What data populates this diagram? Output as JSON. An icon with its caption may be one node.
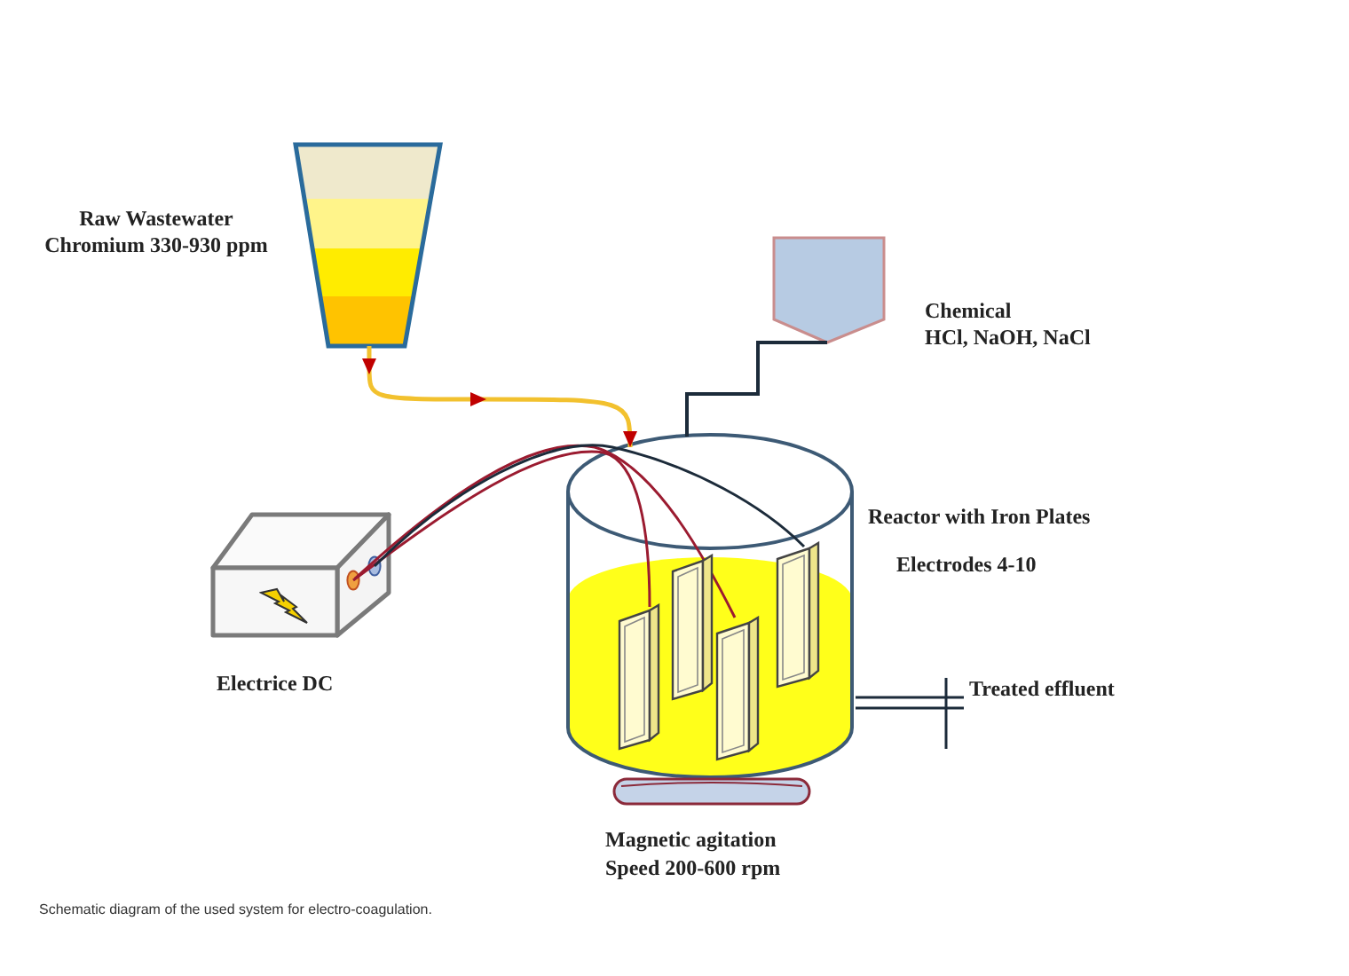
{
  "diagram": {
    "caption": "Schematic diagram of the used system for electro-coagulation.",
    "nodes": [
      {
        "text": [],
        "shape": "trapezoid",
        "beside": [
          "Raw Wastewater",
          "Chromium 330-930 ppm"
        ]
      },
      {
        "text": [],
        "shape": "hopper",
        "beside": [
          "Chemical",
          "HCl, NaOH, NaCl"
        ]
      },
      {
        "text": [],
        "shape": "cylinder",
        "beside": [
          "Reactor with Iron Plates",
          "Electrodes 4-10"
        ]
      },
      {
        "text": [],
        "shape": "plate",
        "in": 2
      },
      {
        "text": [],
        "shape": "plate",
        "in": 2
      },
      {
        "text": [],
        "shape": "plate",
        "in": 2
      },
      {
        "text": [],
        "shape": "plate",
        "in": 2
      },
      {
        "text": [],
        "shape": "box",
        "beside": [
          "Electrice DC"
        ]
      },
      {
        "text": [
          "Treated effluent"
        ]
      },
      {
        "text": [],
        "shape": "disc",
        "beside": [
          "Magnetic agitation",
          "Speed 200-600 rpm"
        ]
      }
    ],
    "edges": [
      {
        "from": 0,
        "to": 2,
        "arrow": "to",
        "color": "#f2c12e"
      },
      {
        "from": 1,
        "to": 2,
        "arrow": "none",
        "color": "#1c2b3a"
      },
      {
        "from": 7,
        "to": 3,
        "arrow": "none",
        "color": "#9b1b30"
      },
      {
        "from": 7,
        "to": 5,
        "arrow": "none",
        "color": "#9b1b30"
      },
      {
        "from": 7,
        "to": 6,
        "arrow": "none",
        "color": "#1c2b3a"
      },
      {
        "from": 2,
        "to": 8,
        "arrow": "other",
        "color": "#1c2b3a"
      }
    ]
  }
}
